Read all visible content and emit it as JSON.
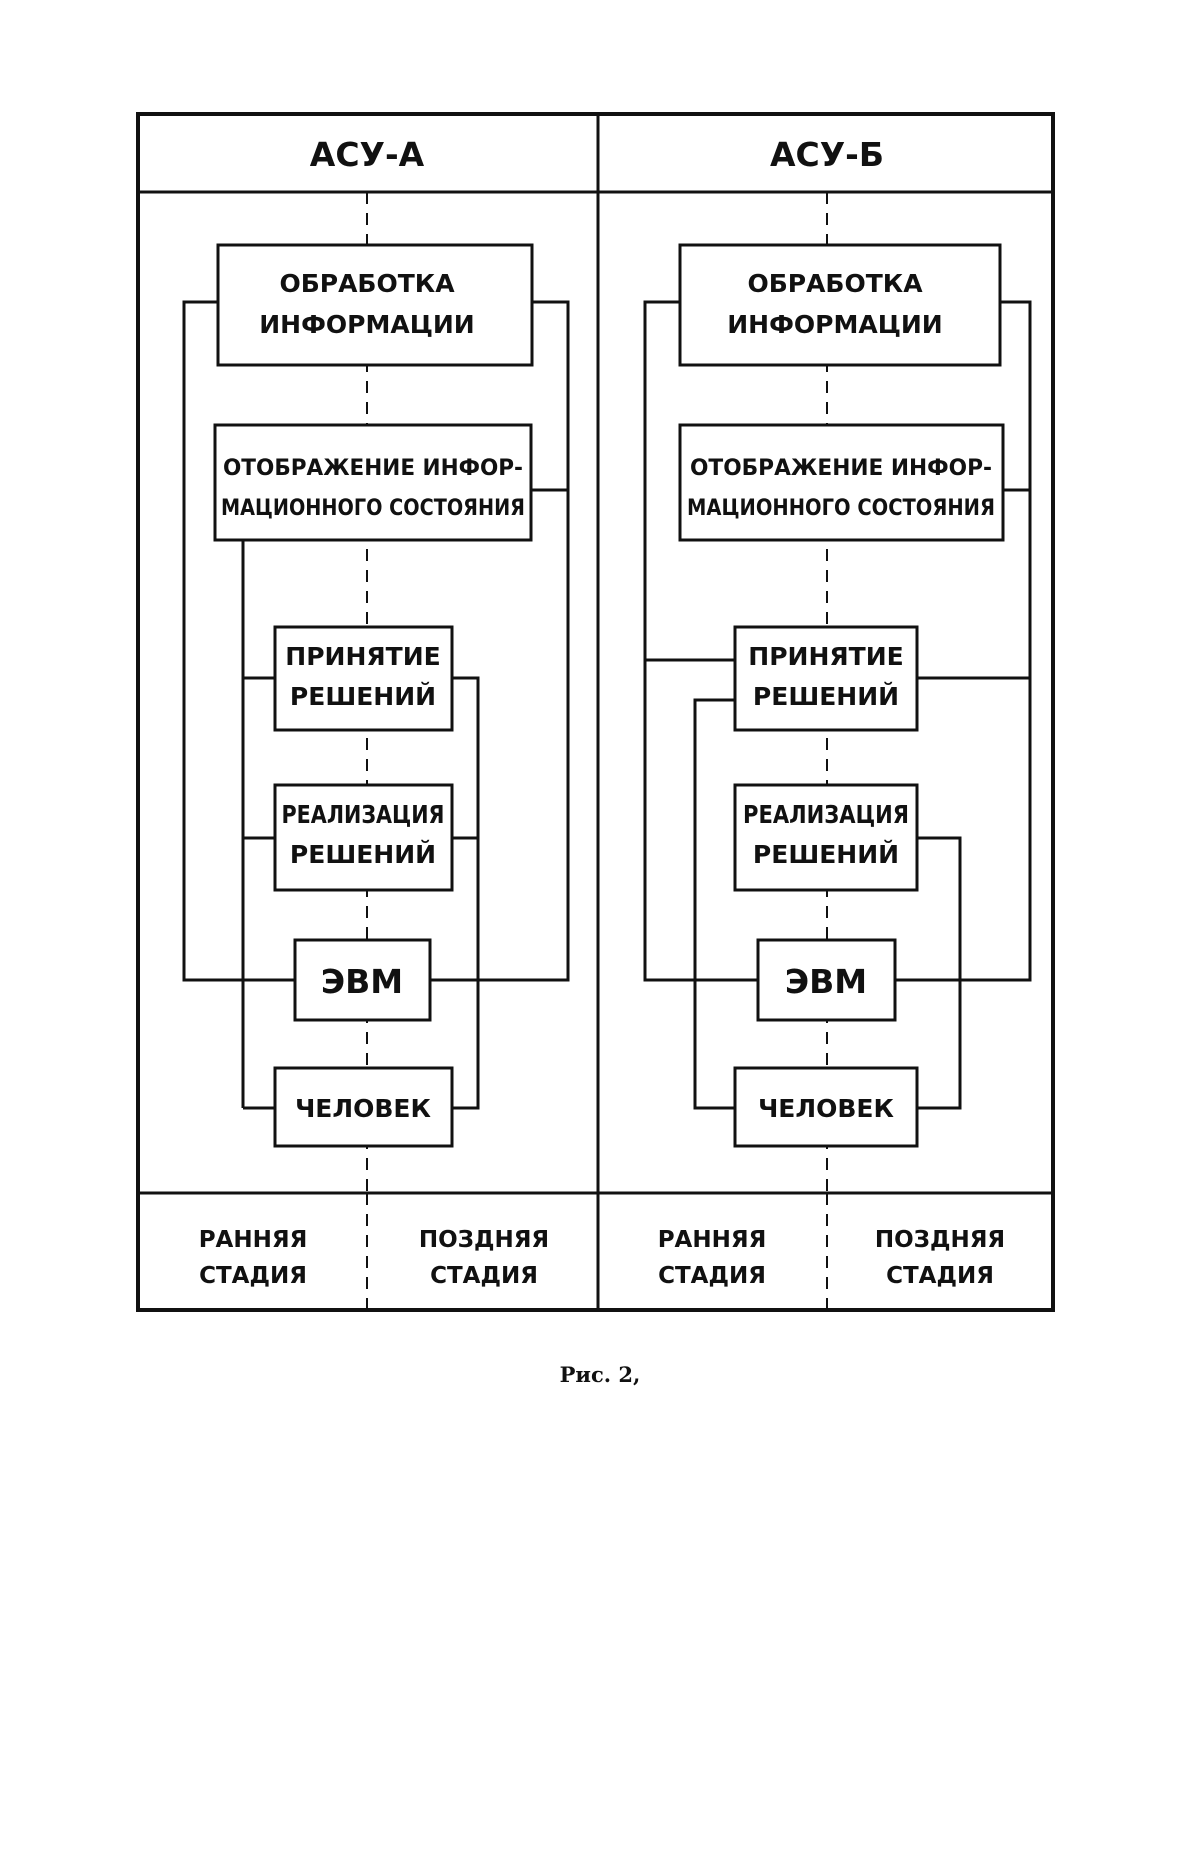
{
  "columns": [
    {
      "title": "АСУ-А",
      "boxes": {
        "processing": [
          "ОБРАБОТКА",
          "ИНФОРМАЦИИ"
        ],
        "display": [
          "ОТОБРАЖЕНИЕ ИНФОР-",
          "МАЦИОННОГО СОСТОЯНИЯ"
        ],
        "decision": [
          "ПРИНЯТИЕ",
          "РЕШЕНИЙ"
        ],
        "implementation": [
          "РЕАЛИЗАЦИЯ",
          "РЕШЕНИЙ"
        ],
        "computer": "ЭВМ",
        "human": "ЧЕЛОВЕК"
      },
      "stages": [
        [
          "РАННЯЯ",
          "СТАДИЯ"
        ],
        [
          "ПОЗДНЯЯ",
          "СТАДИЯ"
        ]
      ]
    },
    {
      "title": "АСУ-Б",
      "boxes": {
        "processing": [
          "ОБРАБОТКА",
          "ИНФОРМАЦИИ"
        ],
        "display": [
          "ОТОБРАЖЕНИЕ ИНФОР-",
          "МАЦИОННОГО СОСТОЯНИЯ"
        ],
        "decision": [
          "ПРИНЯТИЕ",
          "РЕШЕНИЙ"
        ],
        "implementation": [
          "РЕАЛИЗАЦИЯ",
          "РЕШЕНИЙ"
        ],
        "computer": "ЭВМ",
        "human": "ЧЕЛОВЕК"
      },
      "stages": [
        [
          "РАННЯЯ",
          "СТАДИЯ"
        ],
        [
          "ПОЗДНЯЯ",
          "СТАДИЯ"
        ]
      ]
    }
  ],
  "caption": "Рис. 2,"
}
